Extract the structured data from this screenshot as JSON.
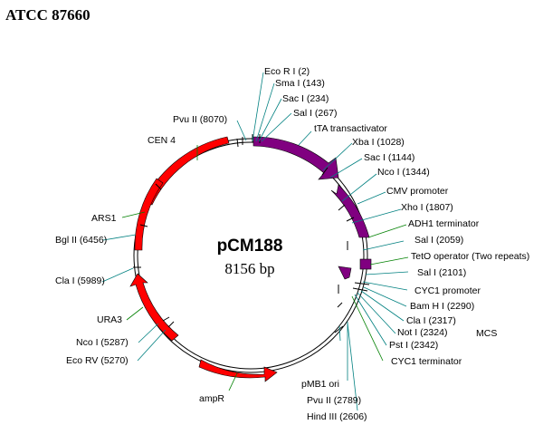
{
  "header": {
    "accession": "ATCC 87660"
  },
  "plasmid": {
    "name": "pCM188",
    "size": "8156 bp"
  },
  "colors": {
    "red_feature": "#ff0000",
    "purple_feature": "#800080",
    "line_teal": "#008080",
    "line_green": "#008000",
    "line_blue": "#0000ff",
    "backbone": "#000000"
  },
  "features": [
    {
      "label": "tTA transactivator",
      "color": "#800080"
    },
    {
      "label": "CMV promoter",
      "color": "#800080"
    },
    {
      "label": "TetO operator (Two repeats)",
      "color": "#800080"
    },
    {
      "label": "CYC1 promoter",
      "color": "#800080"
    },
    {
      "label": "CEN 4",
      "color": "#ff0000"
    },
    {
      "label": "ARS1",
      "color": "#ff0000"
    },
    {
      "label": "URA3",
      "color": "#ff0000"
    },
    {
      "label": "ampR",
      "color": "#ff0000"
    },
    {
      "label": "pMB1 ori"
    },
    {
      "label": "ADH1 terminator"
    },
    {
      "label": "CYC1 terminator"
    }
  ],
  "sites": [
    "Eco R I (2)",
    "Sma I (143)",
    "Sac I (234)",
    "Sal I (267)",
    "Xba I (1028)",
    "Sac I (1144)",
    "Nco I (1344)",
    "Xho I (1807)",
    "Sal I (2059)",
    "Sal I (2101)",
    "Bam H I (2290)",
    "Cla I (2317)",
    "Not I (2324)",
    "Pst I (2342)",
    "Pvu II (2789)",
    "Hind III (2606)",
    "Pvu II (8070)",
    "Bgl II (6456)",
    "Cla I (5989)",
    "Nco I (5287)",
    "Eco RV (5270)"
  ],
  "mcs_label": "MCS"
}
